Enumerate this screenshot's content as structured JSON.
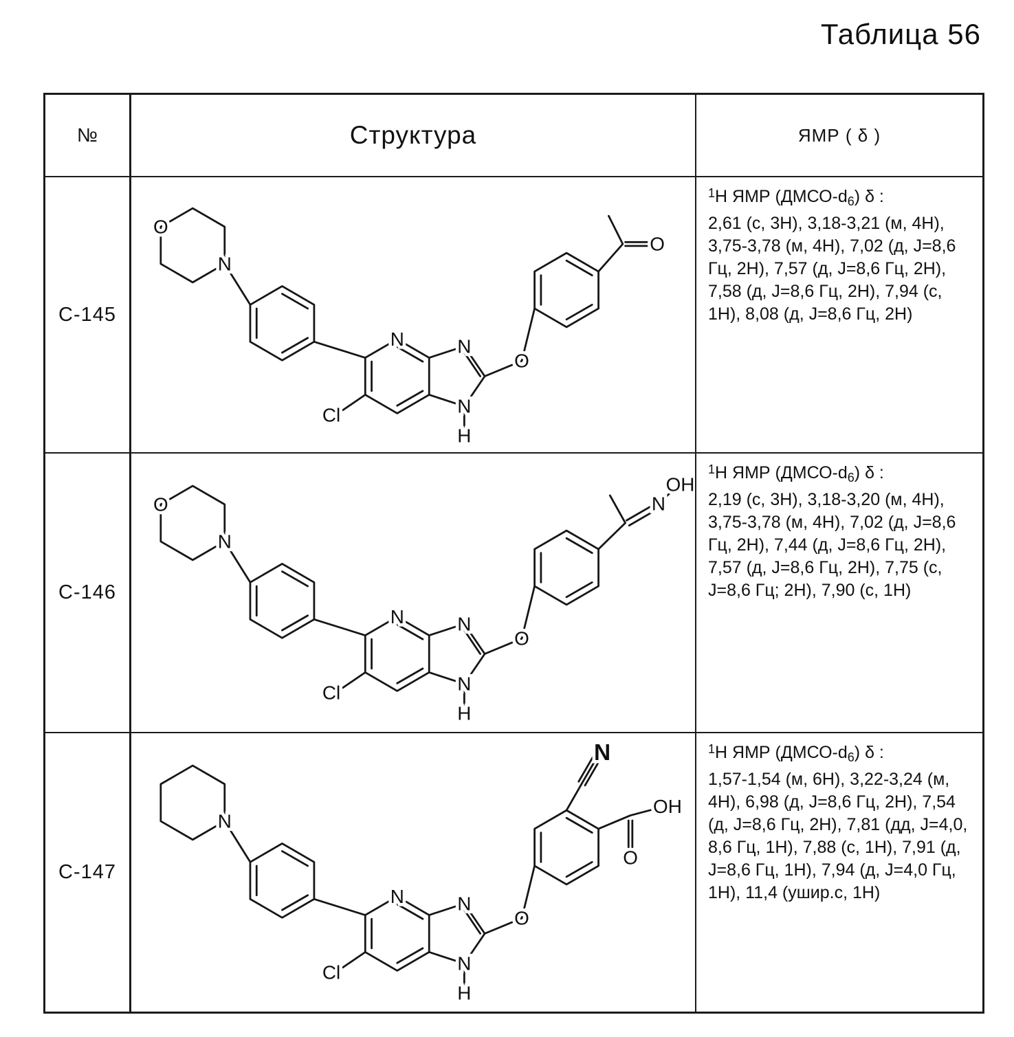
{
  "title": "Таблица 56",
  "atoms": {
    "N": "N",
    "O": "O",
    "Cl": "Cl",
    "H": "H",
    "OH": "OH"
  },
  "table": {
    "headers": {
      "num": "№",
      "structure": "Структура",
      "nmr": "ЯМР ( δ )"
    },
    "rows": [
      {
        "id": "C-145",
        "nmr_sup": "1",
        "nmr_head": "H ЯМР (ДМСО-d",
        "nmr_sub": "6",
        "nmr_tail": ") δ :",
        "nmr_body": "2,61 (с, 3Н), 3,18-3,21 (м, 4Н), 3,75-3,78 (м, 4Н), 7,02 (д, J=8,6 Гц, 2Н), 7,57 (д, J=8,6 Гц, 2Н), 7,58 (д, J=8,6 Гц, 2Н), 7,94 (с, 1Н), 8,08 (д, J=8,6 Гц, 2Н)"
      },
      {
        "id": "C-146",
        "nmr_sup": "1",
        "nmr_head": "H ЯМР (ДМСО-d",
        "nmr_sub": "6",
        "nmr_tail": ") δ :",
        "nmr_body": "2,19 (с, 3Н), 3,18-3,20 (м, 4Н), 3,75-3,78 (м, 4Н), 7,02 (д, J=8,6 Гц, 2Н), 7,44 (д, J=8,6 Гц, 2Н), 7,57 (д, J=8,6 Гц, 2Н), 7,75 (с, J=8,6 Гц; 2Н), 7,90 (с, 1Н)"
      },
      {
        "id": "C-147",
        "nmr_sup": "1",
        "nmr_head": "H ЯМР (ДМСО-d",
        "nmr_sub": "6",
        "nmr_tail": ") δ :",
        "nmr_body": "1,57-1,54 (м, 6Н), 3,22-3,24 (м, 4Н), 6,98 (д, J=8,6 Гц, 2Н), 7,54 (д, J=8,6 Гц, 2Н), 7,81 (дд, J=4,0, 8,6 Гц, 1Н), 7,88 (с, 1Н), 7,91 (д, J=8,6 Гц, 1Н), 7,94 (д, J=4,0 Гц, 1Н), 11,4 (ушир.с, 1Н)"
      }
    ]
  }
}
